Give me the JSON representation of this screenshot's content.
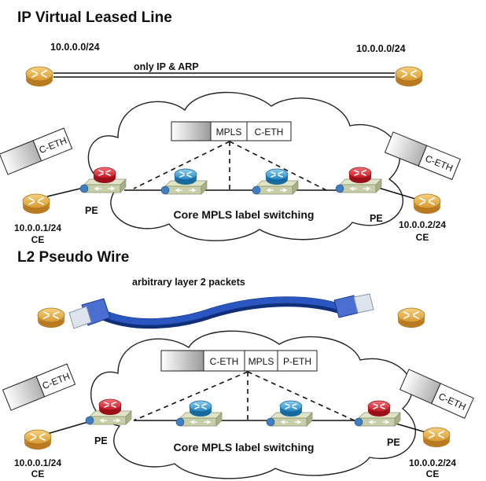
{
  "section1": {
    "title": "IP Virtual Leased Line",
    "left_subnet": "10.0.0.0/24",
    "right_subnet": "10.0.0.0/24",
    "link_label": "only IP & ARP",
    "header": [
      "",
      "MPLS",
      "C-ETH"
    ],
    "left_frame": "C-ETH",
    "right_frame": "C-ETH",
    "core_label": "Core MPLS label switching",
    "pe_left": "PE",
    "pe_right": "PE",
    "ce_left_ip": "10.0.0.1/24",
    "ce_left": "CE",
    "ce_right_ip": "10.0.0.2/24",
    "ce_right": "CE"
  },
  "section2": {
    "title": "L2 Pseudo Wire",
    "cable_label": "arbitrary layer 2 packets",
    "header": [
      "",
      "C-ETH",
      "MPLS",
      "P-ETH"
    ],
    "left_frame": "C-ETH",
    "right_frame": "C-ETH",
    "core_label": "Core MPLS label switching",
    "pe_left": "PE",
    "pe_right": "PE",
    "ce_left_ip": "10.0.0.1/24",
    "ce_left": "CE",
    "ce_right_ip": "10.0.0.2/24",
    "ce_right": "CE"
  },
  "colors": {
    "pe_router": "#e0303a",
    "p_router": "#3aa3dc",
    "ce_router": "#e9b14a",
    "switch_base": "#c7cfa9",
    "cable": "#1f47a8"
  }
}
